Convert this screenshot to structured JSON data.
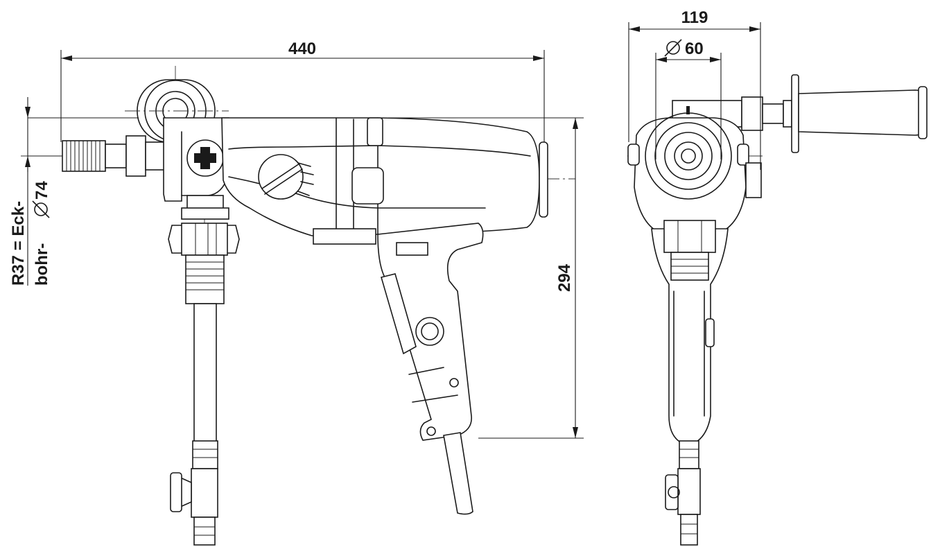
{
  "dimensions": {
    "overall_length": "440",
    "overall_height": "294",
    "side_width": "119",
    "diameter_value": "60",
    "corner_label_top": "R37 = Eck-",
    "corner_label_bottom": "bohr-",
    "corner_diameter_value": "74"
  },
  "colors": {
    "line": "#1a1a1a",
    "background": "#ffffff"
  },
  "symbols": {
    "diameter": "diameter-symbol"
  }
}
